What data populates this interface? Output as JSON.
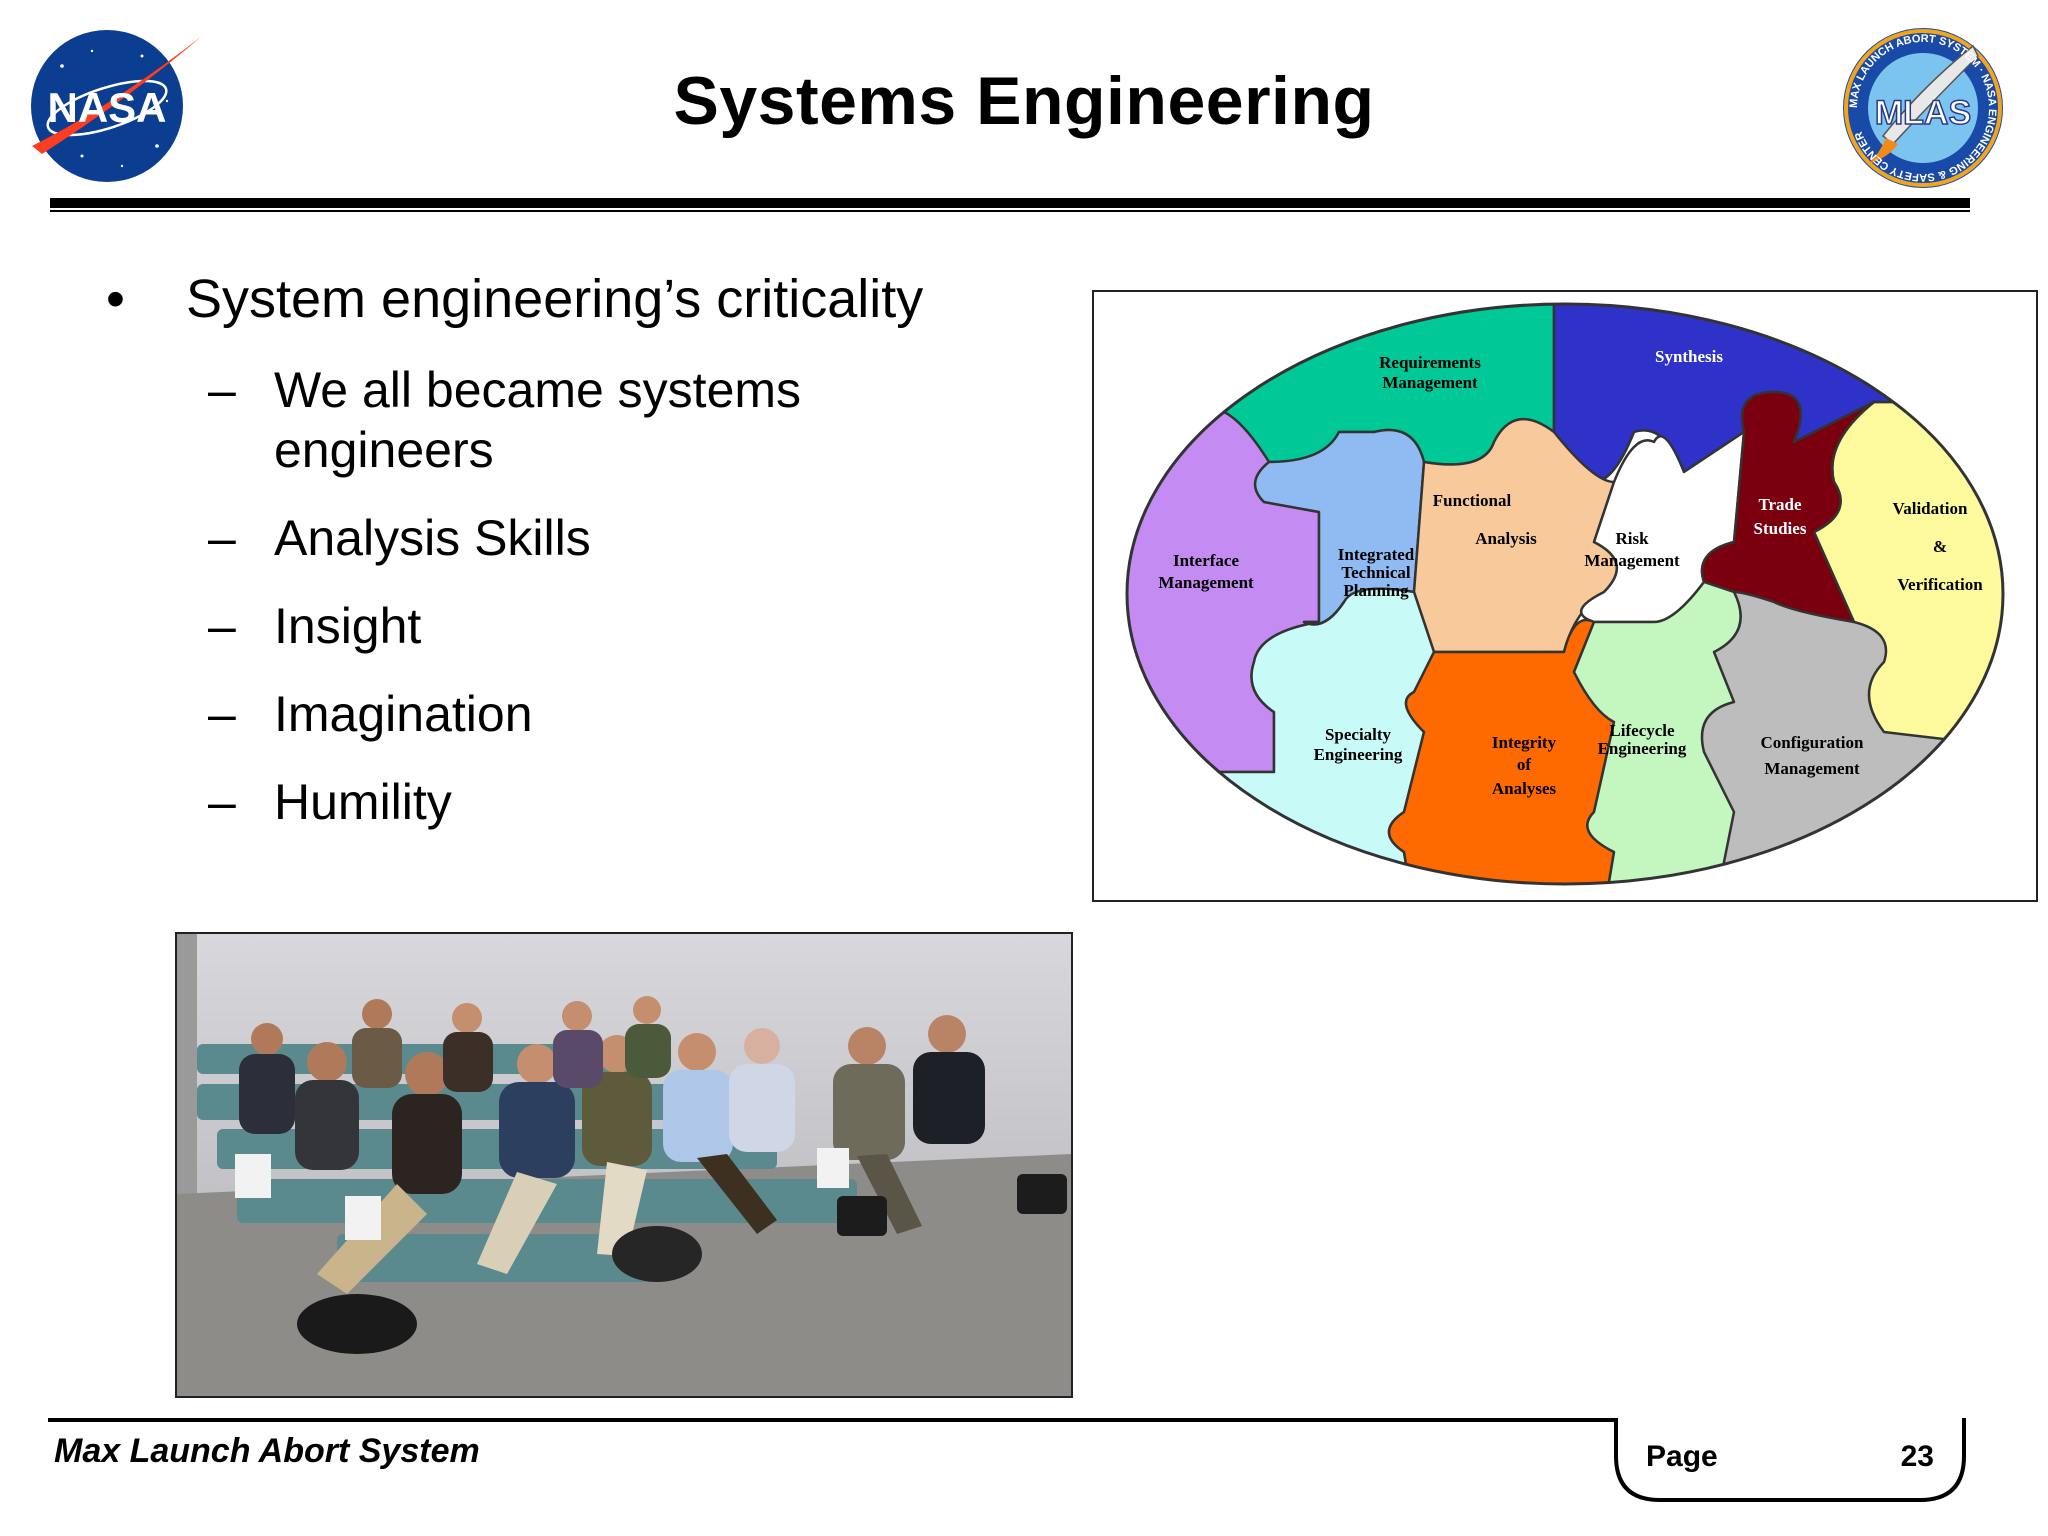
{
  "header": {
    "title": "Systems Engineering",
    "nasa_logo_text": "NASA",
    "mlas_logo_text": "MLAS",
    "mlas_ring_text": "MAX LAUNCH ABORT SYSTEM · NASA ENGINEERING & SAFETY CENTER"
  },
  "bullets": {
    "main": "System engineering’s criticality",
    "marker_main": "•",
    "marker_sub": "–",
    "sub": [
      "We all became systems engineers",
      "Analysis Skills",
      "Insight",
      "Imagination",
      "Humility"
    ]
  },
  "diagram": {
    "pieces": {
      "requirements": [
        "Requirements",
        "Management"
      ],
      "synthesis": [
        "Synthesis"
      ],
      "interface": [
        "Interface",
        "Management"
      ],
      "integrated": [
        "Integrated",
        "Technical",
        "Planning"
      ],
      "functional": [
        "Functional",
        "Analysis"
      ],
      "risk": [
        "Risk",
        "Management"
      ],
      "trade": [
        "Trade",
        "Studies"
      ],
      "validation": [
        "Validation",
        "&",
        "Verification"
      ],
      "specialty": [
        "Specialty",
        "Engineering"
      ],
      "integrity": [
        "Integrity",
        "of",
        "Analyses"
      ],
      "lifecycle": [
        "Lifecycle",
        "Engineering"
      ],
      "configuration": [
        "Configuration",
        "Management"
      ]
    },
    "colors": {
      "requirements": "#00c896",
      "synthesis": "#2f32c8",
      "interface": "#c48cf2",
      "integrated": "#8fbaf2",
      "functional": "#f8c99a",
      "risk": "#ffffff",
      "trade": "#7a0010",
      "validation": "#fcfa9c",
      "specialty": "#c8faf8",
      "integrity": "#ff6a00",
      "lifecycle": "#c4f6c0",
      "configuration": "#bdbdbd"
    }
  },
  "footer": {
    "left": "Max Launch Abort System",
    "page_label": "Page",
    "page_number": "23"
  }
}
